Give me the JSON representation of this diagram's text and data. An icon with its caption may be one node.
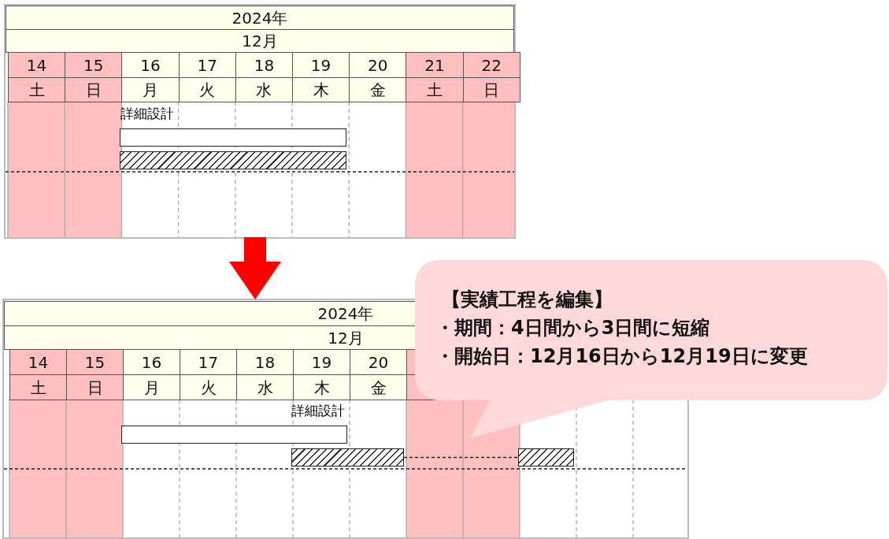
{
  "diagram": {
    "nodes": [
      {
        "text": [],
        "shape": "box"
      },
      {
        "text": [
          "詳細設計"
        ],
        "in": 0
      },
      {
        "text": [],
        "shape": "bar",
        "in": 0
      },
      {
        "text": [],
        "shape": "bar",
        "in": 0
      },
      {
        "text": [],
        "shape": "box"
      },
      {
        "text": [
          "詳細設計"
        ],
        "in": 4
      },
      {
        "text": [],
        "shape": "bar",
        "in": 4
      },
      {
        "text": [],
        "shape": "bar",
        "in": 4
      },
      {
        "text": [],
        "shape": "bar",
        "in": 4
      },
      {
        "text": [
          "【実績工程を編集】",
          "・期間：4日間から3日間に短縮",
          "・開始日：12月16日から12月19日に変更"
        ]
      }
    ],
    "edges": [
      {
        "from": 0,
        "to": 4,
        "arrow": "to",
        "style": "thick",
        "color": "#ff0000"
      },
      {
        "from": 7,
        "to": 8,
        "arrow": "none",
        "style": "dashed",
        "color": "#222222"
      }
    ],
    "labels": [
      "2024年",
      "12月",
      "14",
      "15",
      "16",
      "17",
      "18",
      "19",
      "20",
      "21",
      "22",
      "土",
      "日",
      "月",
      "火",
      "水",
      "木",
      "金",
      "土",
      "日",
      "2024年",
      "12月",
      "14",
      "15",
      "16",
      "17",
      "18",
      "19",
      "20",
      "土",
      "日",
      "月",
      "火",
      "水",
      "木",
      "金"
    ]
  }
}
